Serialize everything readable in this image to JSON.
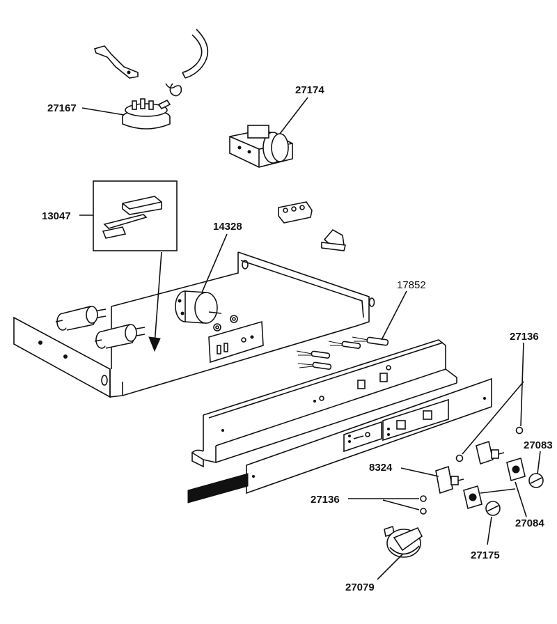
{
  "diagram": {
    "labels": {
      "p27167": "27167",
      "p27174": "27174",
      "p13047": "13047",
      "p14328": "14328",
      "p17852": "17852",
      "p27136_top": "27136",
      "p27083": "27083",
      "p8324": "8324",
      "p27136_bottom": "27136",
      "p27084": "27084",
      "p27175": "27175",
      "p27079": "27079"
    }
  }
}
